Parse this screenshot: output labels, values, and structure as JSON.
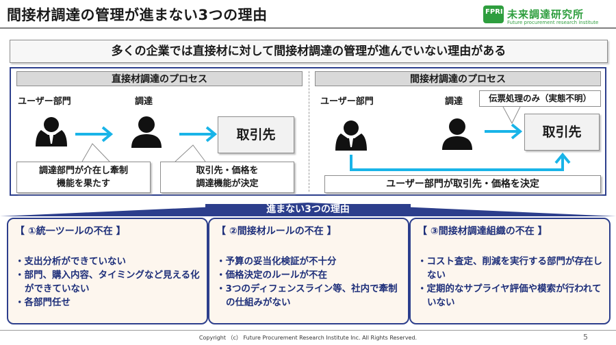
{
  "slide": {
    "title": "間接材調達の管理が進まない3つの理由",
    "logo": {
      "badge": "FPRI",
      "name": "未来調達研究所",
      "tagline": "Future procurement research institute"
    },
    "headline": "多くの企業では直接材に対して間接材調達の管理が進んでいない理由がある",
    "direct": {
      "heading": "直接材調達のプロセス",
      "user_label": "ユーザー部門",
      "procurement_label": "調達",
      "partner": "取引先",
      "note_left": [
        "調達部門が介在し牽制",
        "機能を果たす"
      ],
      "note_right": [
        "取引先・価格を",
        "調達機能が決定"
      ]
    },
    "indirect": {
      "heading": "間接材調達のプロセス",
      "user_label": "ユーザー部門",
      "procurement_label": "調達",
      "callout": "伝票処理のみ（実態不明）",
      "partner": "取引先",
      "note": "ユーザー部門が取引先・価格を決定"
    },
    "band_label": "進まない3つの理由",
    "reasons": [
      {
        "title": "【 ①統一ツールの不在 】",
        "items": [
          "支出分析ができていない",
          "部門、購入内容、タイミングなど見える化ができていない",
          "各部門任せ"
        ]
      },
      {
        "title": "【 ②間接材ルールの不在 】",
        "items": [
          "予算の妥当化検証が不十分",
          "価格決定のルールが不在",
          "3つのディフェンスライン等、社内で牽制の仕組みがない"
        ]
      },
      {
        "title": "【 ③間接材調達組織の不在 】",
        "items": [
          "コスト査定、削減を実行する部門が存在しない",
          "定期的なサプライヤ評価や模索が行われていない"
        ]
      }
    ],
    "copyright": "Copyright （c） Future Procurement Research Institute Inc. All Rights Reserved.",
    "page_number": "5",
    "icons": [
      "user-manager-icon",
      "user-icon",
      "arrow-right-icon",
      "logo-leaf-icon"
    ],
    "colors": {
      "accent_blue": "#2c3e8c",
      "arrow_cyan": "#19b4e8",
      "logo_green": "#2e9e3e",
      "reason_bg": "#fdf6ee"
    }
  }
}
